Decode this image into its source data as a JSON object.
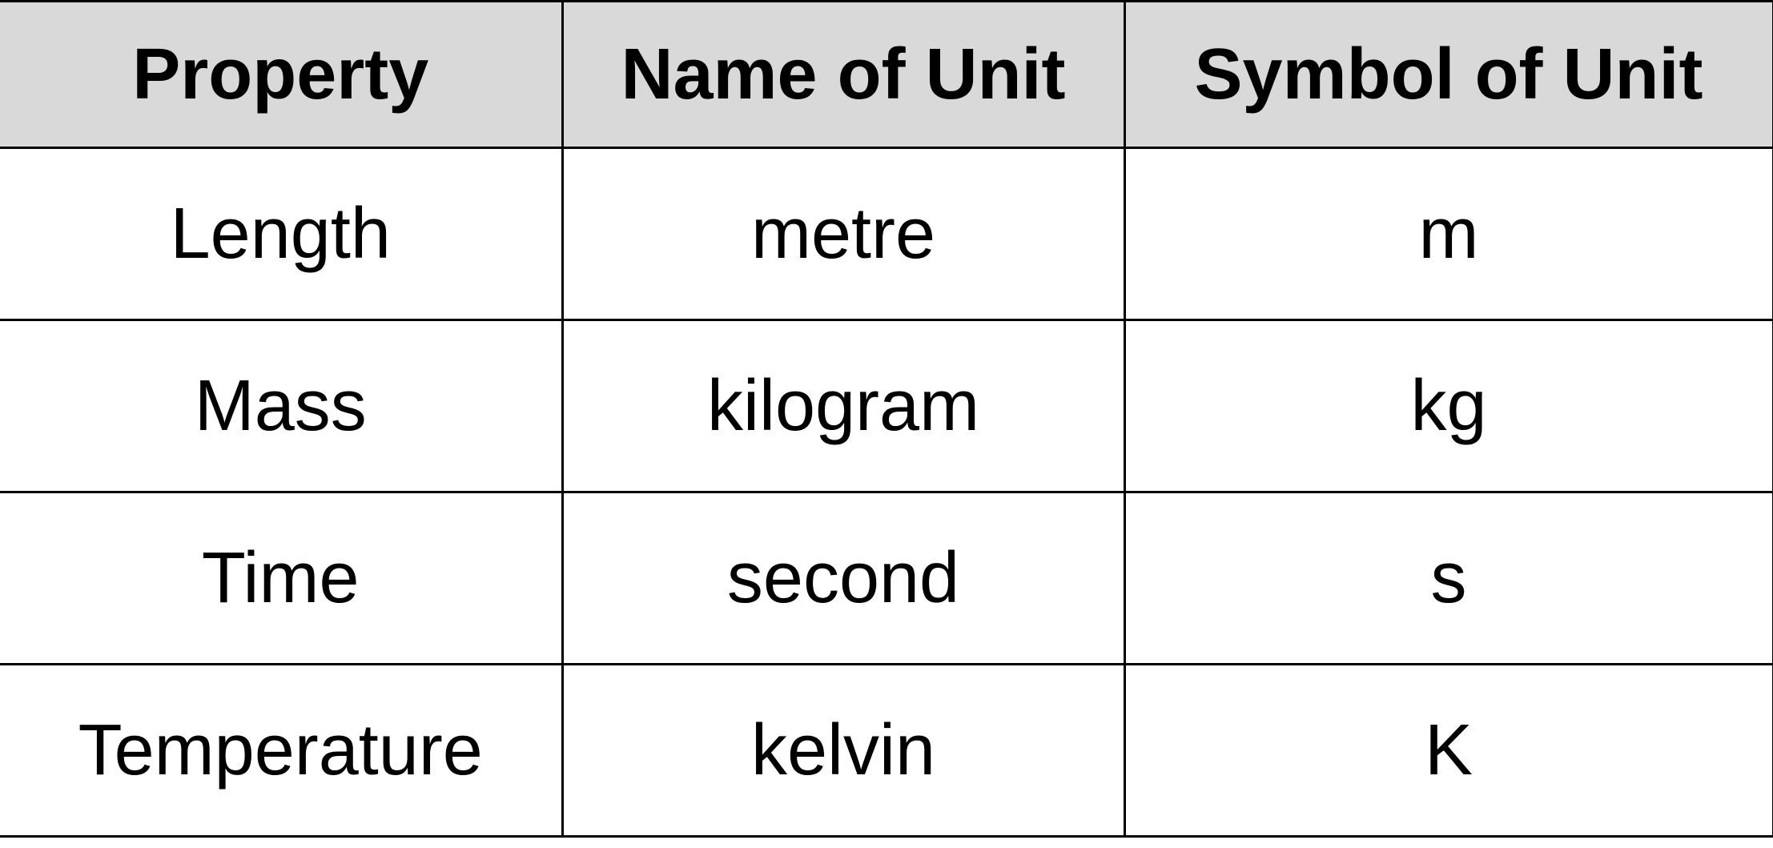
{
  "table": {
    "headers": [
      "Property",
      "Name of Unit",
      "Symbol of Unit"
    ],
    "rows": [
      [
        "Length",
        "metre",
        "m"
      ],
      [
        "Mass",
        "kilogram",
        "kg"
      ],
      [
        "Time",
        "second",
        "s"
      ],
      [
        "Temperature",
        "kelvin",
        "K"
      ]
    ]
  },
  "colors": {
    "header_background": "#d9d9d9",
    "cell_background": "#ffffff",
    "border": "#000000",
    "text": "#000000"
  }
}
